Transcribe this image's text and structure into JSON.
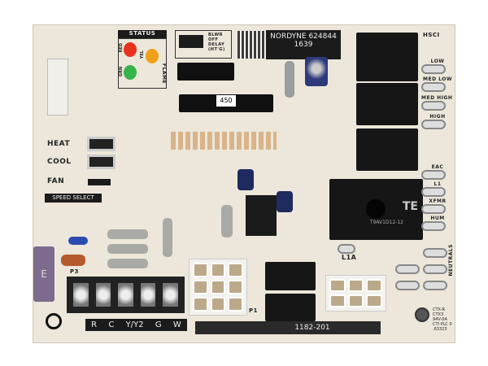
{
  "board": {
    "brand_label": "NORDYNE 624844",
    "date_code": "1639",
    "part_number": "1182-201",
    "sticker": "450"
  },
  "status": {
    "title": "STATUS",
    "leds": [
      {
        "label": "RED",
        "color": "#e8321e"
      },
      {
        "label": "YEL",
        "color": "#f0a018"
      },
      {
        "label": "GRN",
        "color": "#35b44a"
      }
    ],
    "flame_label": "FLAME"
  },
  "jumper": {
    "label": "BLWR OFF DELAY (HT'G)"
  },
  "switches": {
    "items": [
      "HEAT",
      "COOL",
      "FAN"
    ],
    "speed_select": "SPEED SELECT"
  },
  "speed_terminals": [
    "LOW",
    "MED LOW",
    "MED HIGH",
    "HIGH"
  ],
  "aux_terminals": [
    "EAC",
    "L1",
    "XFMR",
    "HUM"
  ],
  "neutrals": "NEUTRALS",
  "hsci": "HSCI",
  "l1a": "L1A",
  "p1": "P1",
  "p3": "P3",
  "thermostat_terminals": [
    "R",
    "C",
    "Y/Y2",
    "G",
    "W"
  ],
  "te_relay": {
    "brand": "TE",
    "model": "T9AV1D12-12"
  },
  "fuse_label": "E",
  "bottom_right_text": [
    "CTX-R",
    "CTX3",
    "94V-0A",
    "CTI PLC 0",
    ".63323"
  ]
}
